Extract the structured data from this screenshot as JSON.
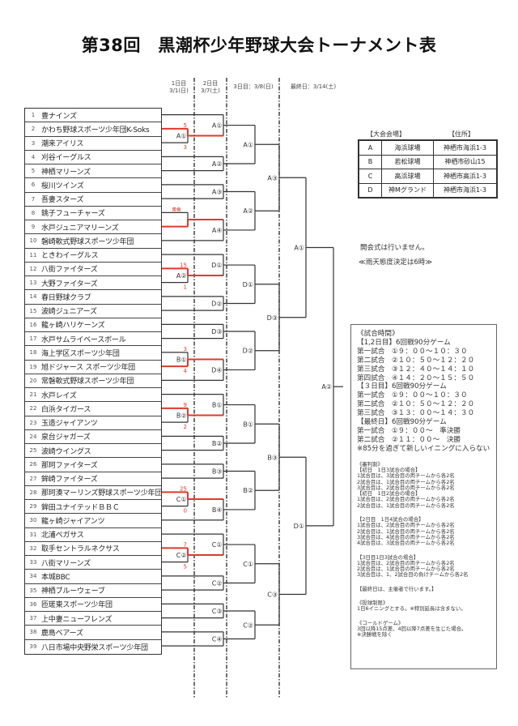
{
  "title": "第38回　黒潮杯少年野球大会トーナメント表",
  "days": {
    "day1_label": "1日目",
    "day1_date": "3/1(日)",
    "day2_label": "2日目",
    "day2_date": "3/7(土)",
    "day3": "3日目：3/8(日)",
    "final": "最終日：3/14(土)"
  },
  "teams": [
    {
      "no": "1",
      "name": "豊ナインズ"
    },
    {
      "no": "2",
      "name": "かわち野球スポーツ少年団K-Soks"
    },
    {
      "no": "3",
      "name": "潮来アイリス"
    },
    {
      "no": "4",
      "name": "刈谷イーグルス"
    },
    {
      "no": "5",
      "name": "神栖マリーンズ"
    },
    {
      "no": "6",
      "name": "桜川ツインズ"
    },
    {
      "no": "7",
      "name": "吾妻スターズ"
    },
    {
      "no": "8",
      "name": "銚子フューチャーズ"
    },
    {
      "no": "9",
      "name": "水戸ジュニアマリーンズ"
    },
    {
      "no": "10",
      "name": "磐崎軟式野球スポーツ少年団"
    },
    {
      "no": "11",
      "name": "ときわイーグルス"
    },
    {
      "no": "12",
      "name": "八街ファイターズ"
    },
    {
      "no": "13",
      "name": "大野ファイターズ"
    },
    {
      "no": "14",
      "name": "春日野球クラブ"
    },
    {
      "no": "15",
      "name": "波崎ジュニアーズ"
    },
    {
      "no": "16",
      "name": "龍ヶ崎ハリケーンズ"
    },
    {
      "no": "17",
      "name": "水戸サムライベースボール"
    },
    {
      "no": "18",
      "name": "海上学区スポーツ少年団"
    },
    {
      "no": "19",
      "name": "旭ドジャース スポーツ少年団"
    },
    {
      "no": "20",
      "name": "常磐軟式野球スポーツ少年団"
    },
    {
      "no": "21",
      "name": "水戸レイズ"
    },
    {
      "no": "22",
      "name": "白浜タイガース"
    },
    {
      "no": "23",
      "name": "玉造ジャイアンツ"
    },
    {
      "no": "24",
      "name": "泉台ジャガーズ"
    },
    {
      "no": "25",
      "name": "波崎ウイングス"
    },
    {
      "no": "26",
      "name": "那珂ファイターズ"
    },
    {
      "no": "27",
      "name": "鉾崎ファイターズ"
    },
    {
      "no": "28",
      "name": "那珂湊マーリンズ野球スポーツ少年団"
    },
    {
      "no": "29",
      "name": "鉾田ユナイテッドＢＢＣ"
    },
    {
      "no": "30",
      "name": "龍ヶ崎ジャイアンツ"
    },
    {
      "no": "31",
      "name": "北浦ペガサス"
    },
    {
      "no": "32",
      "name": "取手セントラルネクサス"
    },
    {
      "no": "33",
      "name": "八街マリーンズ"
    },
    {
      "no": "34",
      "name": "本城BBC"
    },
    {
      "no": "35",
      "name": "神栖ブルーウェーブ"
    },
    {
      "no": "36",
      "name": "匝瑳東スポーツ少年団"
    },
    {
      "no": "37",
      "name": "上中妻ニューフレンズ"
    },
    {
      "no": "38",
      "name": "鹿島ベアーズ"
    },
    {
      "no": "39",
      "name": "八日市場中央野栄スポーツ少年団"
    }
  ],
  "bracket": {
    "day1": [
      {
        "label": "A①",
        "note": "",
        "teams": [
          2,
          3
        ],
        "scores": [
          "5",
          "3"
        ],
        "winner": 0
      },
      {
        "label": "",
        "note": "棄権",
        "teams": [
          8,
          9
        ],
        "scores": [
          "",
          ""
        ],
        "winner": 1
      },
      {
        "label": "A②",
        "note": "",
        "teams": [
          12,
          13
        ],
        "scores": [
          "15",
          "1"
        ],
        "winner": 0
      },
      {
        "label": "B①",
        "note": "",
        "teams": [
          18,
          19
        ],
        "scores": [
          "3",
          "4"
        ],
        "winner": 1
      },
      {
        "label": "B②",
        "note": "",
        "teams": [
          22,
          23
        ],
        "scores": [
          "9",
          "2"
        ],
        "winner": 0
      },
      {
        "label": "C①",
        "note": "",
        "teams": [
          28,
          29
        ],
        "scores": [
          "25",
          "0"
        ],
        "winner": 0
      },
      {
        "label": "C②",
        "note": "",
        "teams": [
          32,
          33
        ],
        "scores": [
          "7",
          "5"
        ],
        "winner": 0
      }
    ],
    "day2": [
      "A①",
      "A②",
      "A③",
      "A④",
      "D①",
      "D②",
      "D③",
      "D④",
      "B①",
      "B②",
      "B③",
      "B④",
      "C①",
      "C②",
      "C③",
      "C④"
    ],
    "day3_round1": [
      "A①",
      "A②",
      "D①",
      "D②",
      "B①",
      "B②",
      "C①",
      "C②"
    ],
    "day3_round2": [
      "A③",
      "D③",
      "B③",
      "C③"
    ],
    "semifinals": [
      "A①",
      "D①"
    ],
    "final": "A②",
    "colors": {
      "line": "#333333",
      "winner": "#e03a2a"
    }
  },
  "venues": {
    "header_venue": "【大会会場】",
    "header_address": "【住所】",
    "rows": [
      {
        "code": "A",
        "venue": "海浜球場",
        "address": "神栖市海浜1-3"
      },
      {
        "code": "B",
        "venue": "若松球場",
        "address": "神栖市砂山15"
      },
      {
        "code": "C",
        "venue": "高浜球場",
        "address": "神栖市高浜1-3"
      },
      {
        "code": "D",
        "venue": "神Mグランド",
        "address": "神栖市海浜1-3"
      }
    ]
  },
  "notes": [
    "開会式は行いません。",
    "≪雨天態度決定は6時≫"
  ],
  "info": {
    "schedule": [
      "《試合時間》",
      "【1,2日目】6回戦90分ゲーム",
      "第一試合　①９：００～１０：３０",
      "第二試合　②１０：５０～１２：２０",
      "第三試合　③１２：４０～１４：１０",
      "第四試合　④１４：２０～１５：５０",
      "【３日目】6回戦90分ゲーム",
      "第一試合　①９：００～１０：３０",
      "第二試合　②１０：５０～１２：２０",
      "第三試合　③１３：００～１４：３０",
      "【最終日】6回戦90分ゲーム",
      "第一試合　①９：００～　準決勝",
      "第二試合　②１１：００～　決勝",
      "※85分を過ぎて新しいイニングに入らない"
    ],
    "rules": [
      [
        "《審判割》",
        "【初日　1日3試合の場合】",
        "1試合目は、3試合目の両チームから各2名",
        "2試合目は、1試合目の両チームから各2名",
        "3試合目は、2試合目の両チームから各2名",
        "【初日　1日2試合の場合】",
        "1試合目は、2試合目の両チームから各2名",
        "2試合目は、1試合目の両チームから各2名"
      ],
      [
        "【2日目　1日4試合の場合】",
        "1試合目は、2試合目の両チームから各2名",
        "2試合目は、1試合目の両チームから各2名",
        "3試合目は、4試合目の両チームから各2名",
        "4試合目は、3試合目の両チームから各2名"
      ],
      [
        "【3日目1日3試合の場合】",
        "1試合目は、2試合目の両チームから各2名",
        "2試合目は、1試合目の両チームから各2名",
        "3試合目は、1、2試合目の負けチームから各2名"
      ],
      [
        "【最終日は、主催者で行います。】"
      ],
      [
        "《投球制限》",
        "1日6イニングとする。※特別延長は含まない。"
      ],
      [
        "《コールドゲーム》",
        "3回以降15点差、4回以降7点差を生じた場合。",
        "※決勝戦を除く"
      ]
    ]
  }
}
